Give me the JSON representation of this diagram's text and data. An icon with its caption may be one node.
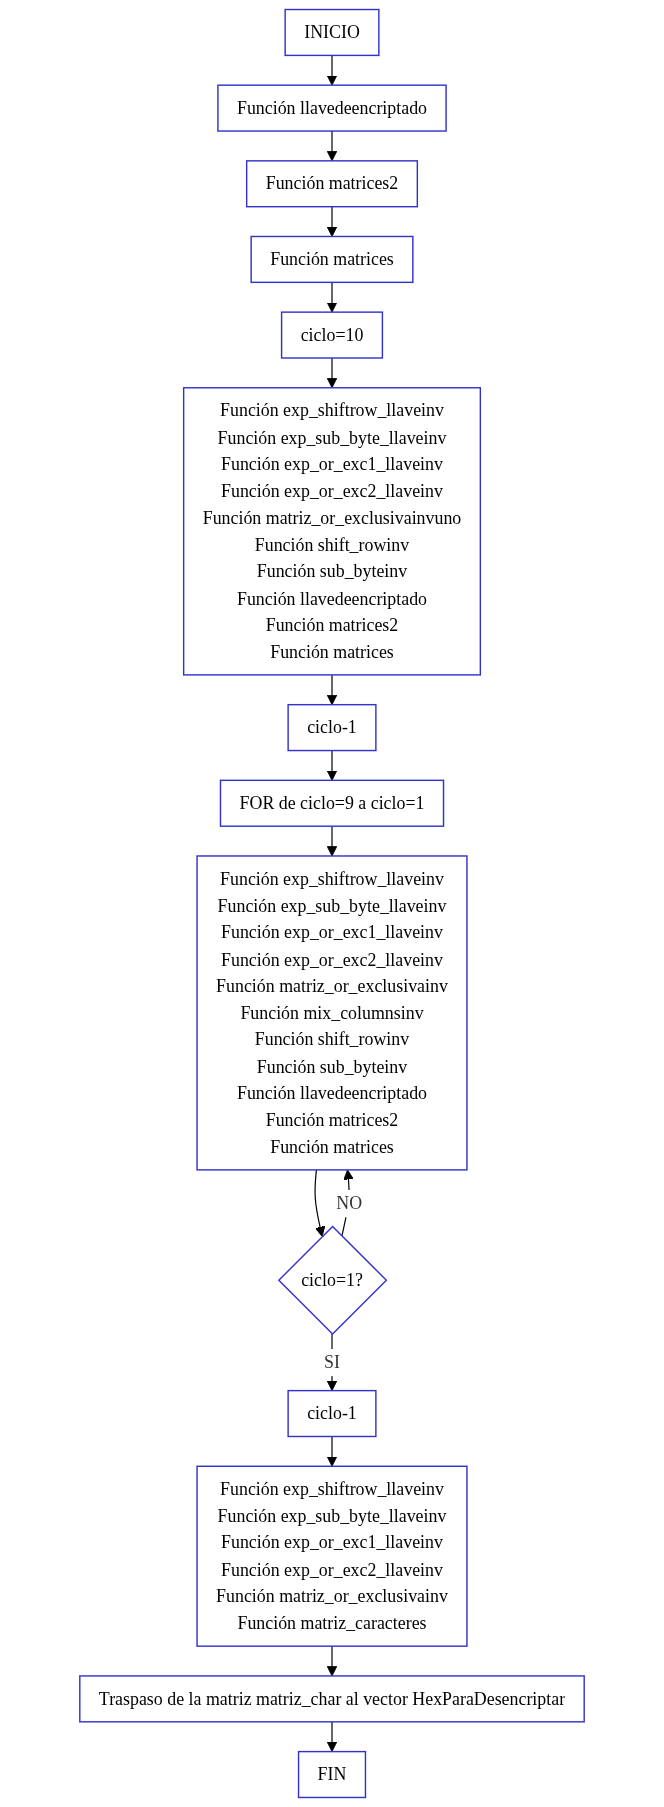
{
  "diagram": {
    "nodes": [
      {
        "text": [
          "INICIO"
        ]
      },
      {
        "text": [
          "Función llavedeencriptado"
        ]
      },
      {
        "text": [
          "Función matrices2"
        ]
      },
      {
        "text": [
          "Función matrices"
        ]
      },
      {
        "text": [
          "ciclo=10"
        ]
      },
      {
        "text": [
          "Función exp_shiftrow_llaveinv",
          "Función exp_sub_byte_llaveinv",
          "Función exp_or_exc1_llaveinv",
          "Función exp_or_exc2_llaveinv",
          "Función matriz_or_exclusivainvuno",
          "Función shift_rowinv",
          "Función sub_byteinv",
          "Función llavedeencriptado",
          "Función matrices2",
          "Función matrices"
        ]
      },
      {
        "text": [
          "ciclo-1"
        ]
      },
      {
        "text": [
          "FOR de ciclo=9 a ciclo=1"
        ]
      },
      {
        "text": [
          "Función exp_shiftrow_llaveinv",
          "Función exp_sub_byte_llaveinv",
          "Función exp_or_exc1_llaveinv",
          "Función exp_or_exc2_llaveinv",
          "Función matriz_or_exclusivainv",
          "Función mix_columnsinv",
          "Función shift_rowinv",
          "Función sub_byteinv",
          "Función llavedeencriptado",
          "Función matrices2",
          "Función matrices"
        ]
      },
      {
        "text": [
          "ciclo=1?"
        ]
      },
      {
        "text": [
          "ciclo-1"
        ]
      },
      {
        "text": [
          "Función exp_shiftrow_llaveinv",
          "Función exp_sub_byte_llaveinv",
          "Función exp_or_exc1_llaveinv",
          "Función exp_or_exc2_llaveinv",
          "Función matriz_or_exclusivainv",
          "Función matriz_caracteres"
        ]
      },
      {
        "text": [
          "Traspaso de la matriz matriz_char al vector HexParaDesencriptar"
        ]
      },
      {
        "text": [
          "FIN"
        ]
      }
    ],
    "edges": [
      {
        "from": 0,
        "to": 1,
        "arrow": "to"
      },
      {
        "from": 1,
        "to": 2,
        "arrow": "to"
      },
      {
        "from": 2,
        "to": 3,
        "arrow": "to"
      },
      {
        "from": 3,
        "to": 4,
        "arrow": "to"
      },
      {
        "from": 4,
        "to": 5,
        "arrow": "to"
      },
      {
        "from": 5,
        "to": 6,
        "arrow": "to"
      },
      {
        "from": 6,
        "to": 7,
        "arrow": "to"
      },
      {
        "from": 7,
        "to": 8,
        "arrow": "to"
      },
      {
        "from": 8,
        "to": 9,
        "arrow": "to"
      },
      {
        "from": 9,
        "to": 8,
        "label": "NO",
        "arrow": "to"
      },
      {
        "from": 9,
        "to": 10,
        "label": "SI",
        "arrow": "to"
      },
      {
        "from": 10,
        "to": 11,
        "arrow": "to"
      },
      {
        "from": 11,
        "to": 12,
        "arrow": "to"
      },
      {
        "from": 12,
        "to": 13,
        "arrow": "to"
      }
    ]
  }
}
